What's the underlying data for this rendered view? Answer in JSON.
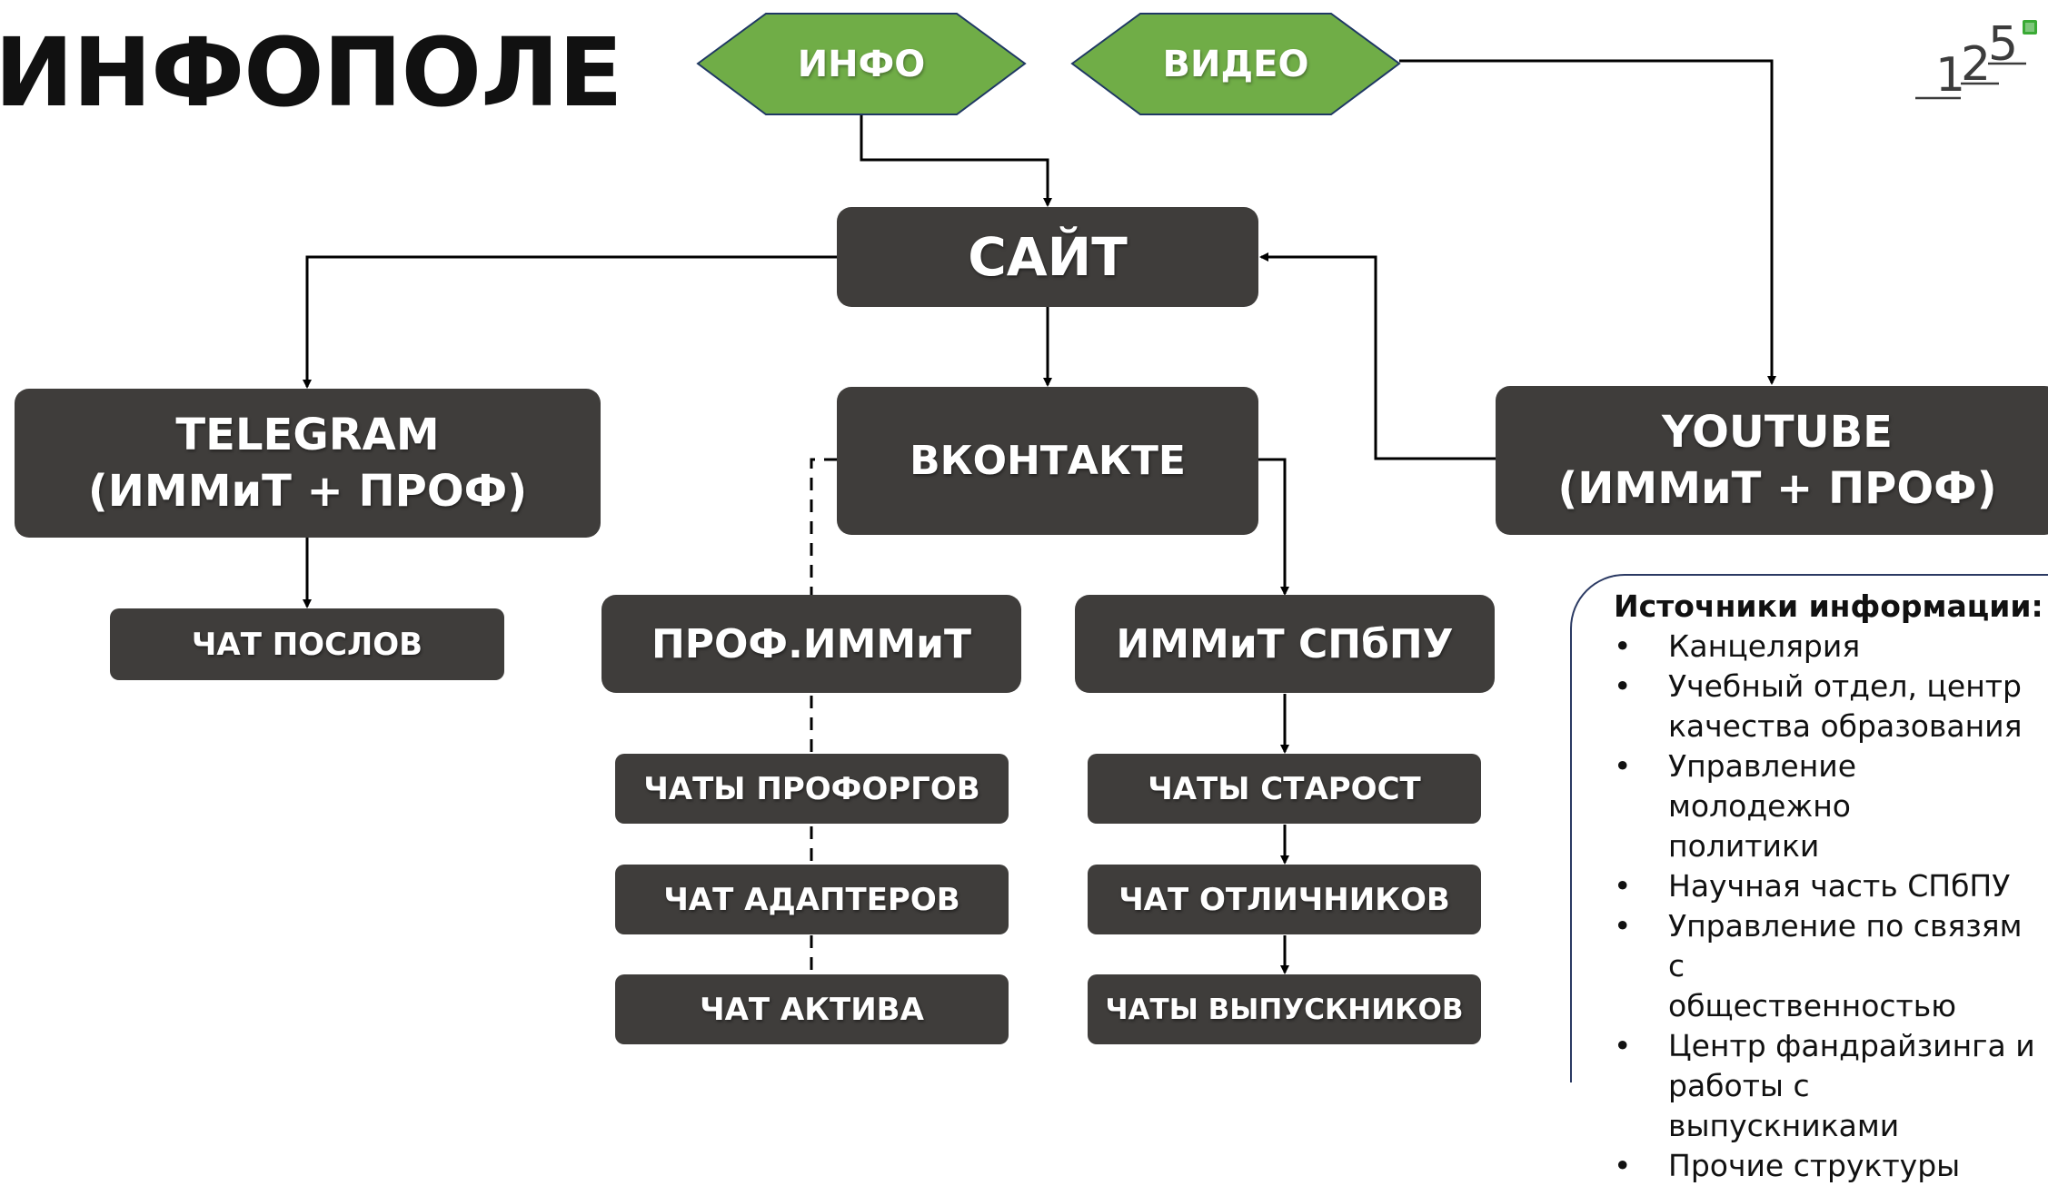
{
  "title": "ИНФОПОЛЕ",
  "colors": {
    "box_fill": "#3f3d3b",
    "hex_fill": "#70ad47",
    "hex_stroke": "#1f3864",
    "logo_accent": "#3aaa35"
  },
  "icons": {
    "logo": "spbpu-125-logo-icon"
  },
  "nodes": {
    "info": "ИНФО",
    "video": "ВИДЕО",
    "site": "САЙТ",
    "telegram_1": "TELEGRAM",
    "telegram_2": "(ИММиТ + ПРОФ)",
    "vkontakte": "ВКОНТАКТЕ",
    "youtube_1": "YOUTUBE",
    "youtube_2": "(ИММиТ + ПРОФ)",
    "chat_poslov": "ЧАТ ПОСЛОВ",
    "prof_immit": "ПРОФ.ИММиТ",
    "immit_spbpu": "ИММиТ СПбПУ",
    "chaty_proforgov": "ЧАТЫ ПРОФОРГОВ",
    "chat_adapterov": "ЧАТ АДАПТЕРОВ",
    "chat_aktiva": "ЧАТ АКТИВА",
    "chaty_starost": "ЧАТЫ СТАРОСТ",
    "chat_otlichnikov": "ЧАТ ОТЛИЧНИКОВ",
    "chaty_vypusknikov": "ЧАТЫ ВЫПУСКНИКОВ"
  },
  "sources": {
    "title": "Источники информации:",
    "items": [
      "Канцелярия",
      "Учебный отдел, центр\nкачества образования",
      "Управление молодежно\nполитики",
      "Научная часть СПбПУ",
      "Управление по связям с\nобщественностью",
      "Центр фандрайзинга и\nработы с выпускниками",
      "Прочие структуры"
    ]
  },
  "logo": {
    "digit_1": "1",
    "digit_2": "2",
    "digit_3": "5"
  }
}
